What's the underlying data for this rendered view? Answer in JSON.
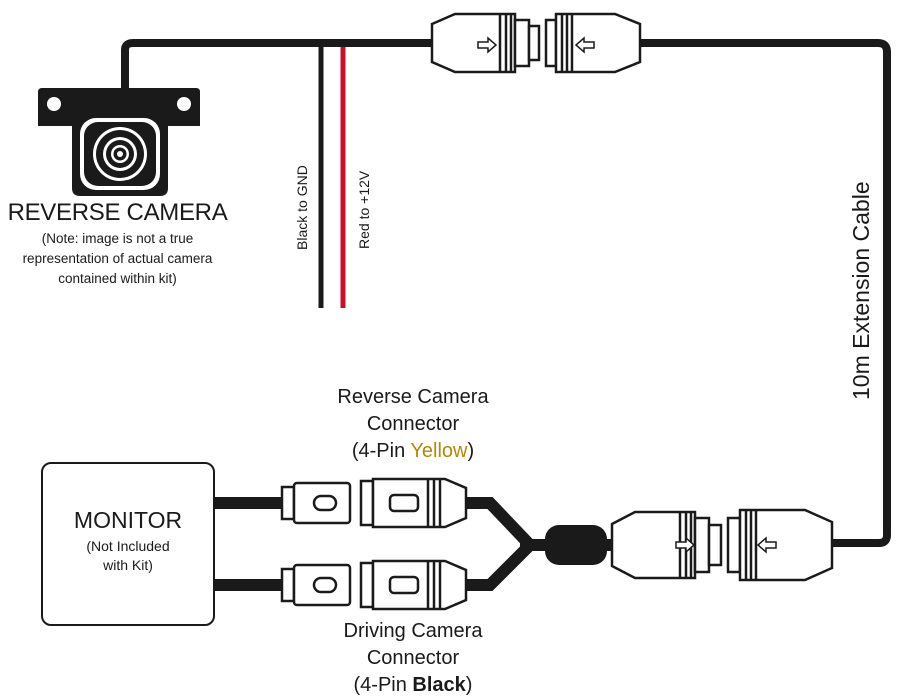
{
  "camera": {
    "title": "REVERSE CAMERA",
    "note_lines": [
      "(Note: image is not a true",
      "representation of actual camera",
      "contained within kit)"
    ]
  },
  "wires": {
    "black_label": "Black to GND",
    "red_label": "Red to +12V",
    "black_color": "#1a1a1a",
    "red_color": "#c8102e"
  },
  "extension_cable_label": "10m Extension Cable",
  "monitor": {
    "title": "MONITOR",
    "note_lines": [
      "(Not Included",
      "with Kit)"
    ]
  },
  "reverse_connector": {
    "line1": "Reverse Camera",
    "line2": "Connector",
    "line3_prefix": "(4-Pin ",
    "line3_color_word": "Yellow",
    "line3_suffix": ")",
    "accent_color": "#b38a00"
  },
  "driving_connector": {
    "line1": "Driving Camera",
    "line2": "Connector",
    "line3_prefix": "(4-Pin ",
    "line3_color_word": "Black",
    "line3_suffix": ")"
  }
}
